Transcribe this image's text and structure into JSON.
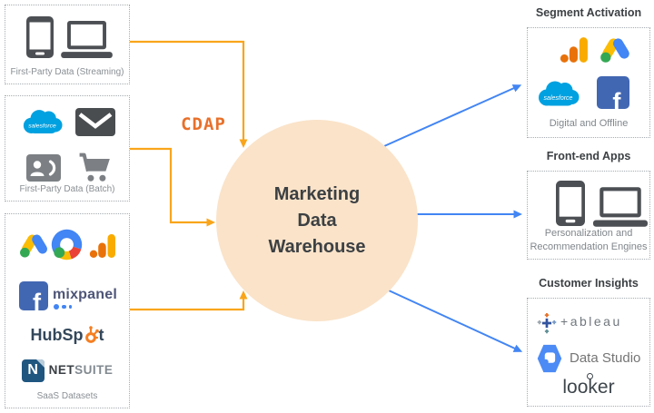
{
  "colors": {
    "arrow_orange": "#F9A51B",
    "arrow_blue": "#4285F4",
    "cdap_text": "#E8702A",
    "warehouse_fill": "#FAE3C9",
    "heading_text": "#3C4043",
    "caption_text": "#80868B"
  },
  "cdap": {
    "label": "CDAP"
  },
  "warehouse": {
    "title": "Marketing\nData\nWarehouse"
  },
  "sources": [
    {
      "label": "First-Party Data (Streaming)",
      "icons": [
        "smartphone",
        "laptop"
      ]
    },
    {
      "label": "First-Party Data (Batch)",
      "icons": [
        "salesforce",
        "email",
        "contacts",
        "shopping-cart"
      ]
    },
    {
      "label": "SaaS Datasets",
      "icons": [
        "google-ads",
        "google-marketing-platform",
        "google-analytics",
        "facebook",
        "mixpanel",
        "hubspot",
        "netsuite"
      ]
    }
  ],
  "destinations": [
    {
      "title": "Segment Activation",
      "caption": "Digital and Offline",
      "icons": [
        "google-analytics",
        "google-ads",
        "salesforce",
        "facebook"
      ]
    },
    {
      "title": "Front-end Apps",
      "caption": "Personalization and\nRecommendation Engines",
      "icons": [
        "smartphone",
        "laptop"
      ]
    },
    {
      "title": "Customer Insights",
      "icons": [
        "tableau",
        "data-studio",
        "looker"
      ]
    }
  ],
  "logos": {
    "salesforce": "salesforce",
    "facebook_letter": "f",
    "mixpanel": "mixpanel",
    "hubspot_pre": "HubSp",
    "hubspot_post": "t",
    "netsuite_letter": "N",
    "netsuite_bold": "NET",
    "netsuite_light": "SUITE",
    "tableau_t": "+",
    "tableau_rest": "ableau",
    "data_studio": "Data Studio",
    "looker": "looker"
  }
}
